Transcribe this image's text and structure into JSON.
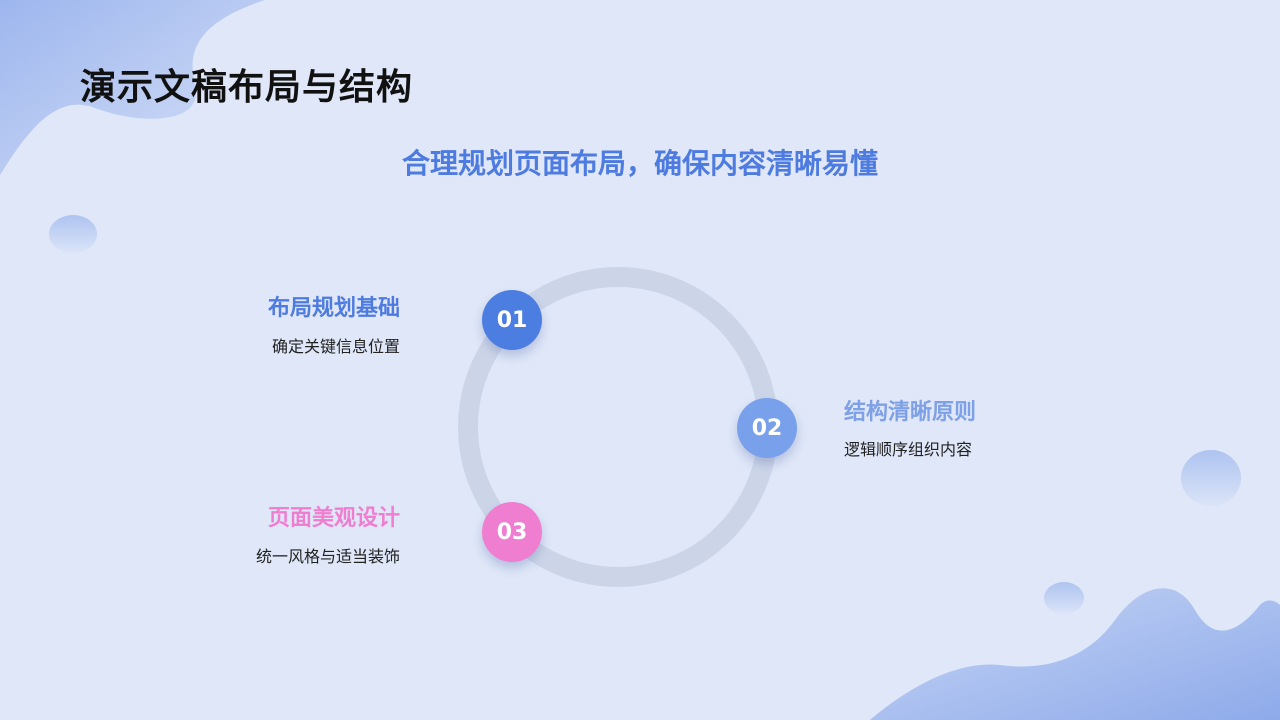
{
  "page": {
    "title": "演示文稿布局与结构",
    "subtitle": "合理规划页面布局，确保内容清晰易懂"
  },
  "items": [
    {
      "number": "01",
      "title": "布局规划基础",
      "desc": "确定关键信息位置",
      "color": "#4c7de0"
    },
    {
      "number": "02",
      "title": "结构清晰原则",
      "desc": "逻辑顺序组织内容",
      "color": "#79a0ea"
    },
    {
      "number": "03",
      "title": "页面美观设计",
      "desc": "统一风格与适当装饰",
      "color": "#f07ed0"
    }
  ],
  "colors": {
    "background": "#dfe7f8",
    "accent": "#4d7bdf",
    "ring": "#ccd5e8"
  }
}
